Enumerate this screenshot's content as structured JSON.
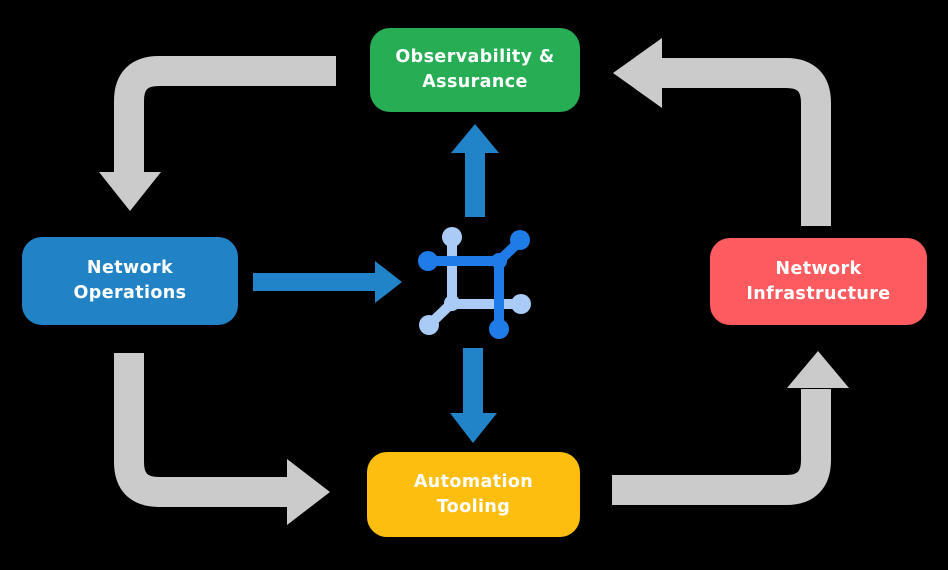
{
  "diagram": {
    "type": "cycle-flow",
    "background_color": "#000000",
    "nodes": {
      "observability": {
        "line1": "Observability &",
        "line2": "Assurance",
        "color": "#27AE55",
        "position": "top"
      },
      "operations": {
        "line1": "Network",
        "line2": "Operations",
        "color": "#2183C5",
        "position": "left"
      },
      "infrastructure": {
        "line1": "Network",
        "line2": "Infrastructure",
        "color": "#FD5B5F",
        "position": "right"
      },
      "automation": {
        "line1": "Automation",
        "line2": "Tooling",
        "color": "#FEBE10",
        "position": "bottom"
      }
    },
    "center_icon": {
      "name": "network-mesh-icon",
      "dark_color": "#1E7BE7",
      "light_color": "#A9CBF5"
    },
    "arrows": {
      "gray_color": "#CBCBCB",
      "blue_color": "#2183C8",
      "flows": [
        {
          "from": "observability",
          "to": "operations",
          "style": "gray-elbow"
        },
        {
          "from": "operations",
          "to": "automation",
          "style": "gray-elbow"
        },
        {
          "from": "automation",
          "to": "infrastructure",
          "style": "gray-elbow"
        },
        {
          "from": "infrastructure",
          "to": "observability",
          "style": "gray-elbow"
        },
        {
          "from": "operations",
          "to": "center-icon",
          "style": "blue-straight"
        },
        {
          "from": "center-icon",
          "to": "observability",
          "style": "blue-straight"
        },
        {
          "from": "center-icon",
          "to": "automation",
          "style": "blue-straight"
        }
      ]
    }
  }
}
